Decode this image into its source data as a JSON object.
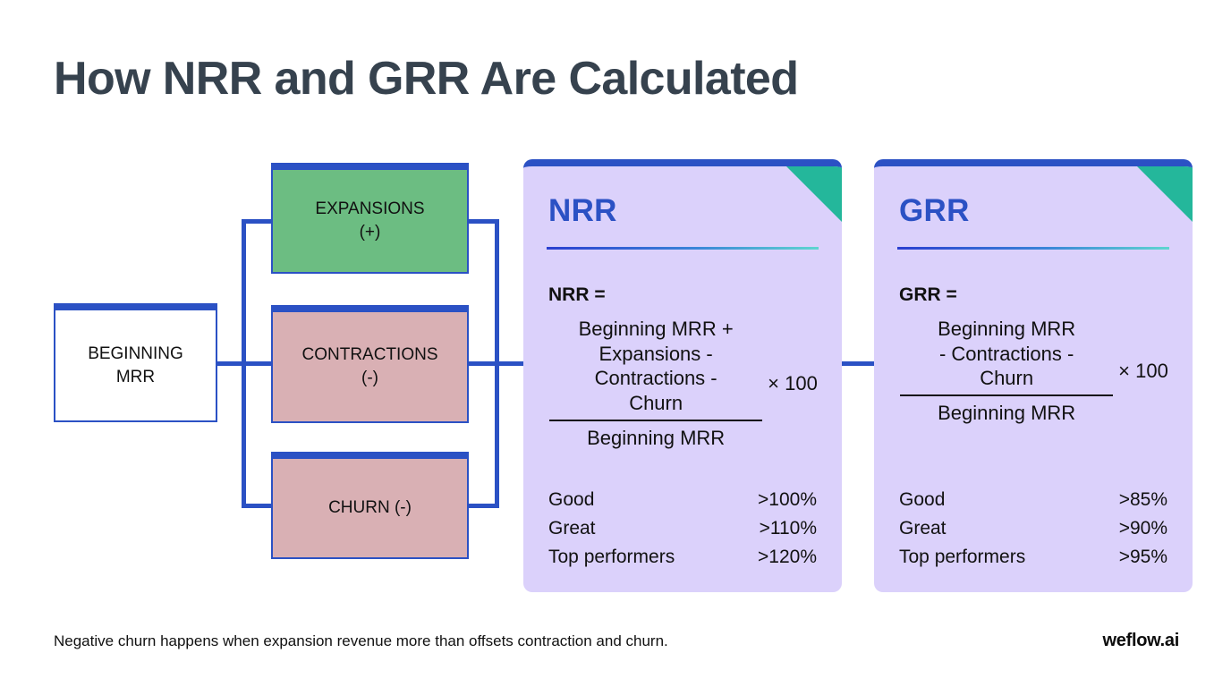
{
  "page": {
    "title": "How NRR and GRR Are Calculated",
    "background_color": "#ffffff",
    "title_color": "#36424e"
  },
  "colors": {
    "blue": "#2b51c4",
    "teal": "#24b79b",
    "card_background": "#dbd1fb",
    "expansion_green": "#6cbd82",
    "negative_pink": "#d9b0b4",
    "box_white": "#ffffff"
  },
  "flow": {
    "source": {
      "label_line1": "BEGINNING",
      "label_line2": "MRR"
    },
    "components": [
      {
        "name": "expansions",
        "label_line1": "EXPANSIONS",
        "label_line2": "(+)",
        "sign": "+",
        "color": "#6cbd82"
      },
      {
        "name": "contractions",
        "label_line1": "CONTRACTIONS",
        "label_line2": "(-)",
        "sign": "-",
        "color": "#d9b0b4"
      },
      {
        "name": "churn",
        "label_line1": "CHURN (-)",
        "label_line2": "",
        "sign": "-",
        "color": "#d9b0b4"
      }
    ]
  },
  "cards": {
    "nrr": {
      "title": "NRR",
      "equals_label": "NRR =",
      "numerator": "Beginning MRR +\nExpansions -\nContractions -\nChurn",
      "denominator": "Beginning MRR",
      "multiplier": "× 100",
      "benchmarks": [
        {
          "label": "Good",
          "value": ">100%"
        },
        {
          "label": "Great",
          "value": ">110%"
        },
        {
          "label": "Top performers",
          "value": ">120%"
        }
      ]
    },
    "grr": {
      "title": "GRR",
      "equals_label": "GRR =",
      "numerator": "Beginning MRR\n- Contractions -\nChurn",
      "denominator": "Beginning MRR",
      "multiplier": "× 100",
      "benchmarks": [
        {
          "label": "Good",
          "value": ">85%"
        },
        {
          "label": "Great",
          "value": ">90%"
        },
        {
          "label": "Top performers",
          "value": ">95%"
        }
      ]
    }
  },
  "footer": {
    "note": "Negative churn happens when expansion revenue more than offsets contraction and churn.",
    "logo": "weflow.ai"
  }
}
